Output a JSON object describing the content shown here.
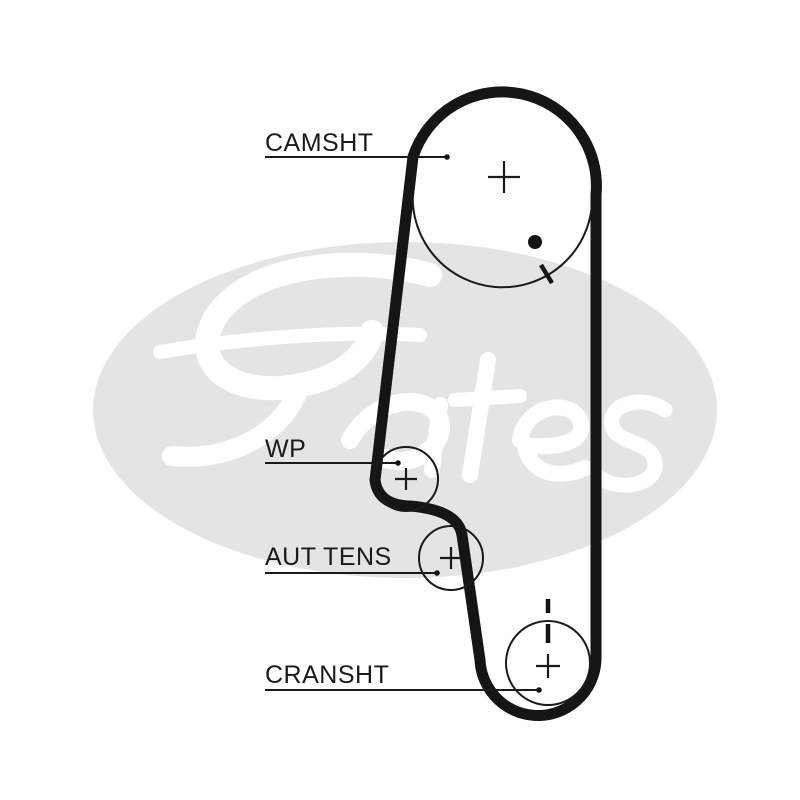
{
  "watermark": {
    "text": "Gates",
    "color": "#e4e4e4"
  },
  "labels": {
    "camshaft": "CAMSHT",
    "water_pump": "WP",
    "auto_tensioner": "AUT TENS",
    "crankshaft": "CRANSHT"
  },
  "colors": {
    "belt": "#151515",
    "line": "#1a1a1a",
    "background": "#ffffff"
  }
}
